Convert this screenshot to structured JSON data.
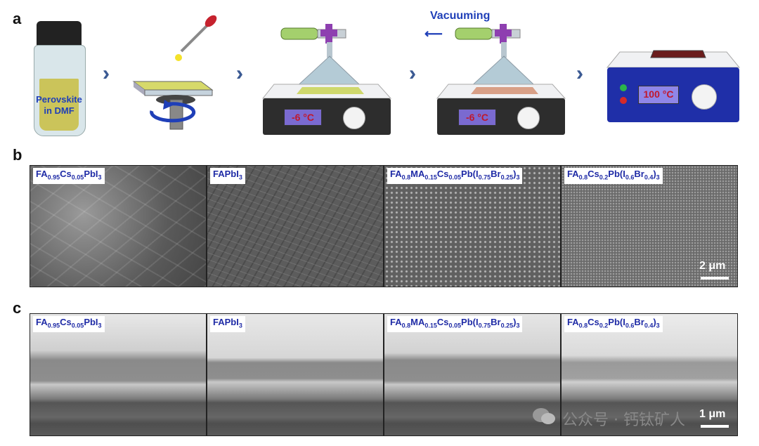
{
  "panels": {
    "a": "a",
    "b": "b",
    "c": "c"
  },
  "step_a": {
    "vial_label_line1": "Perovskite",
    "vial_label_line2": "in DMF",
    "vacuum_label": "Vacuuming",
    "cool_temp_1": "-6 °C",
    "cool_temp_2": "-6 °C",
    "hot_temp": "100 °C"
  },
  "sem_top": [
    {
      "label_html": "FA<sub>0.95</sub>Cs<sub>0.05</sub>PbI<sub>3</sub>"
    },
    {
      "label_html": "FAPbI<sub>3</sub>"
    },
    {
      "label_html": "FA<sub>0.8</sub>MA<sub>0.15</sub>Cs<sub>0.05</sub>Pb(I<sub>0.75</sub>Br<sub>0.25</sub>)<sub>3</sub>"
    },
    {
      "label_html": "FA<sub>0.8</sub>Cs<sub>0.2</sub>Pb(I<sub>0.6</sub>Br<sub>0.4</sub>)<sub>3</sub>"
    }
  ],
  "sem_top_scale": "2 μm",
  "sem_cross": [
    {
      "label_html": "FA<sub>0.95</sub>Cs<sub>0.05</sub>PbI<sub>3</sub>"
    },
    {
      "label_html": "FAPbI<sub>3</sub>"
    },
    {
      "label_html": "FA<sub>0.8</sub>MA<sub>0.15</sub>Cs<sub>0.05</sub>Pb(I<sub>0.75</sub>Br<sub>0.25</sub>)<sub>3</sub>"
    },
    {
      "label_html": "FA<sub>0.8</sub>Cs<sub>0.2</sub>Pb(I<sub>0.6</sub>Br<sub>0.4</sub>)<sub>3</sub>"
    }
  ],
  "sem_cross_scale": "1 μm",
  "watermark": "公众号 · 钙钛矿人"
}
